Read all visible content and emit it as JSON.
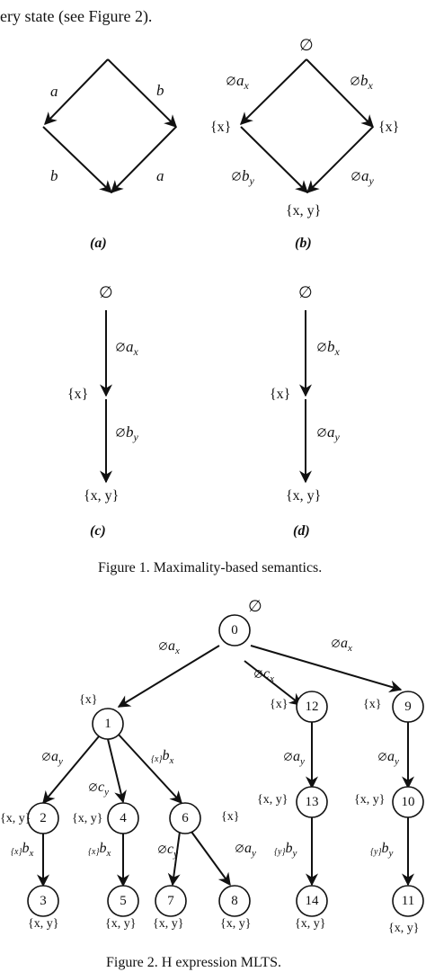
{
  "intro_text": "ery state (see Figure 2).",
  "figure1": {
    "caption": "Figure 1. Maximality-based semantics.",
    "panels": {
      "a": {
        "tag": "(a)",
        "top_left": "a",
        "top_right": "b",
        "bot_left": "b",
        "bot_right": "a"
      },
      "b": {
        "tag": "(b)",
        "root": "∅",
        "left_set": "{x}",
        "right_set": "{x}",
        "bottom_set": "{x, y}",
        "top_left": "a",
        "top_left_sub": "x",
        "top_right": "b",
        "top_right_sub": "x",
        "bot_left": "b",
        "bot_left_sub": "y",
        "bot_right": "a",
        "bot_right_sub": "y"
      },
      "c": {
        "tag": "(c)",
        "root": "∅",
        "mid_set": "{x}",
        "bottom_set": "{x, y}",
        "upper": "a",
        "upper_sub": "x",
        "lower": "b",
        "lower_sub": "y"
      },
      "d": {
        "tag": "(d)",
        "root": "∅",
        "mid_set": "{x}",
        "bottom_set": "{x, y}",
        "upper": "b",
        "upper_sub": "x",
        "lower": "a",
        "lower_sub": "y"
      }
    }
  },
  "figure2": {
    "caption": "Figure 2. H expression MLTS.",
    "empty_set": "∅",
    "nodes": {
      "n0": "0",
      "n1": "1",
      "n2": "2",
      "n3": "3",
      "n4": "4",
      "n5": "5",
      "n6": "6",
      "n7": "7",
      "n8": "8",
      "n9": "9",
      "n10": "10",
      "n11": "11",
      "n12": "12",
      "n13": "13",
      "n14": "14"
    },
    "sets": {
      "s1": "{x}",
      "s2": "{x, y}",
      "s3": "{x, y}",
      "s4": "{x, y}",
      "s5": "{x, y}",
      "s6": "{x}",
      "s7": "{x, y}",
      "s8": "{x, y}",
      "s9": "{x}",
      "s10": "{x, y}",
      "s11": "{x, y}",
      "s12": "{x}",
      "s13": "{x, y}",
      "s14": "{x, y}"
    },
    "edges": {
      "e01": {
        "act": "a",
        "sub": "x"
      },
      "e012": {
        "act": "c",
        "sub": "x"
      },
      "e09": {
        "act": "a",
        "sub": "x"
      },
      "e12": {
        "act": "a",
        "sub": "y"
      },
      "e14": {
        "act": "c",
        "sub": "y"
      },
      "e16": {
        "pre": "{x}",
        "act": "b",
        "sub": "x"
      },
      "e23": {
        "pre": "{x}",
        "act": "b",
        "sub": "x"
      },
      "e45": {
        "pre": "{x}",
        "act": "b",
        "sub": "x"
      },
      "e67": {
        "act": "c",
        "sub": "y"
      },
      "e68": {
        "act": "a",
        "sub": "y"
      },
      "e1213": {
        "act": "a",
        "sub": "y"
      },
      "e1314": {
        "pre": "{y}",
        "act": "b",
        "sub": "y"
      },
      "e910": {
        "act": "a",
        "sub": "y"
      },
      "e1011": {
        "pre": "{y}",
        "act": "b",
        "sub": "y"
      }
    }
  }
}
